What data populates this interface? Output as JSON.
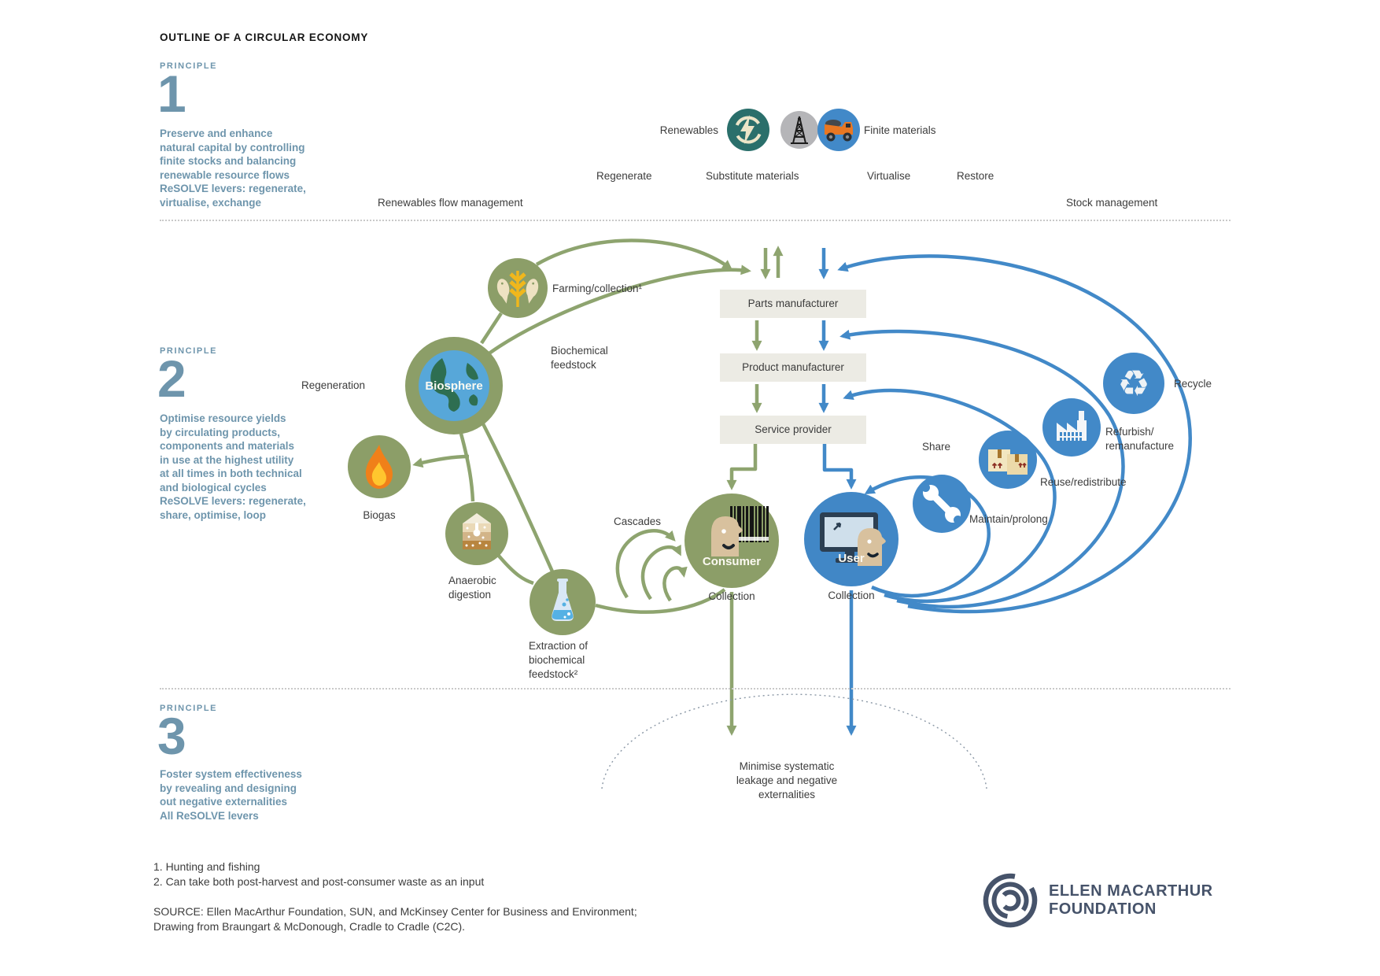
{
  "title": "OUTLINE OF A CIRCULAR ECONOMY",
  "principles": [
    {
      "label": "PRINCIPLE",
      "number": "1",
      "text": "Preserve and enhance\nnatural capital by controlling\nfinite stocks and balancing\nrenewable resource flows\nReSOLVE levers: regenerate,\nvirtualise, exchange"
    },
    {
      "label": "PRINCIPLE",
      "number": "2",
      "text": "Optimise resource yields\nby circulating products,\ncomponents and materials\nin use at the highest utility\nat all times in both technical\nand biological cycles\nReSOLVE levers: regenerate,\nshare, optimise, loop"
    },
    {
      "label": "PRINCIPLE",
      "number": "3",
      "text": "Foster system effectiveness\nby revealing and designing\nout negative externalities\nAll ReSOLVE levers"
    }
  ],
  "header": {
    "renewables_label": "Renewables",
    "finite_materials_label": "Finite materials",
    "levers": [
      "Regenerate",
      "Substitute materials",
      "Virtualise",
      "Restore"
    ],
    "renewables_flow_label": "Renewables flow management",
    "stock_management_label": "Stock management"
  },
  "chain": {
    "parts": "Parts manufacturer",
    "product": "Product manufacturer",
    "service": "Service provider"
  },
  "bio_cycle": {
    "farming": "Farming/collection¹",
    "biochemical_feedstock": "Biochemical\nfeedstock",
    "regeneration": "Regeneration",
    "biosphere": "Biosphere",
    "biogas": "Biogas",
    "anaerobic": "Anaerobic\ndigestion",
    "extraction": "Extraction of\nbiochemical\nfeedstock²",
    "cascades": "Cascades",
    "consumer": "Consumer",
    "collection": "Collection"
  },
  "tech_cycle": {
    "user": "User",
    "collection": "Collection",
    "share": "Share",
    "maintain": "Maintain/prolong",
    "reuse": "Reuse/redistribute",
    "refurbish": "Refurbish/\nremanufacture",
    "recycle": "Recycle"
  },
  "bottom": {
    "minimise": "Minimise systematic\nleakage and negative\nexternalities"
  },
  "footnotes": "1. Hunting and fishing\n2. Can take both post-harvest and post-consumer waste as an input",
  "source": "SOURCE: Ellen MacArthur Foundation, SUN, and McKinsey Center for Business and Environment;\nDrawing from Braungart & McDonough, Cradle to Cradle (C2C).",
  "logo": {
    "line1": "ELLEN MACARTHUR",
    "line2": "FOUNDATION"
  },
  "colors": {
    "principle_blue": "#6e95ac",
    "bio_green_stroke": "#8ea46f",
    "bio_circle_fill": "#8c9e68",
    "tech_blue": "#4289c8",
    "renewables_teal": "#2a6f6b",
    "finite_gray": "#b5b5b8",
    "box_bg": "#ecebe4",
    "text": "#3c3c3c",
    "logo_slate": "#46536a"
  }
}
